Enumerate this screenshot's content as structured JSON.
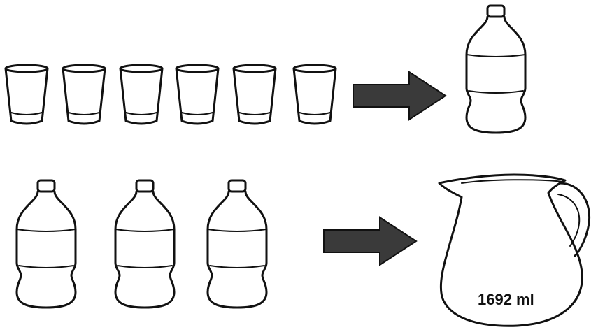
{
  "row1": {
    "glasses_count": 6,
    "result": "bottle",
    "icons": {
      "glass": "glass-icon",
      "arrow": "arrow-right-icon",
      "bottle": "bottle-icon"
    }
  },
  "row2": {
    "bottles_count": 3,
    "result": "jug",
    "icons": {
      "bottle": "bottle-icon",
      "arrow": "arrow-right-icon",
      "jug": "jug-icon"
    },
    "jug_label": "1692 ml"
  },
  "colors": {
    "ink": "#111111",
    "arrow_fill": "#3a3a3a",
    "background": "#ffffff"
  }
}
